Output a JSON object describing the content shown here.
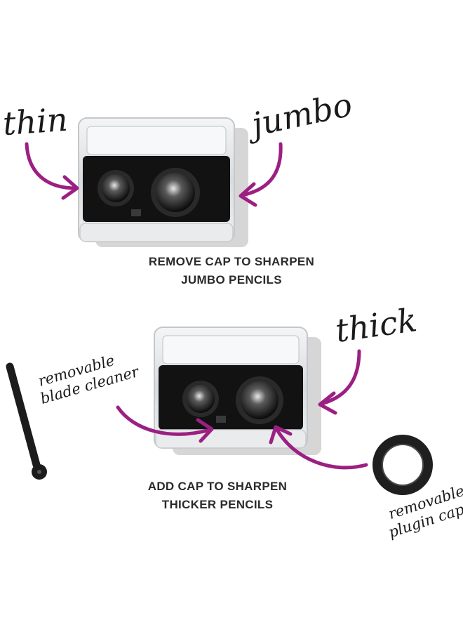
{
  "colors": {
    "arrow": "#9c1f82",
    "sharpener_body": "#121212",
    "sharpener_case": "#e4e6e8",
    "ink": "#1a1a1a"
  },
  "top": {
    "label_left": "thin",
    "label_right": "jumbo",
    "caption_line1": "REMOVE CAP TO SHARPEN",
    "caption_line2": "JUMBO PENCILS"
  },
  "bottom": {
    "label_right": "thick",
    "cleaner_line1": "removable",
    "cleaner_line2": "blade cleaner",
    "cap_line1": "removable",
    "cap_line2": "plugin cap",
    "caption_line1": "ADD CAP TO SHARPEN",
    "caption_line2": "THICKER PENCILS"
  },
  "icons": [
    "arrow-icon",
    "pencil-sharpener-image",
    "blade-cleaner-image",
    "plugin-cap-image"
  ]
}
